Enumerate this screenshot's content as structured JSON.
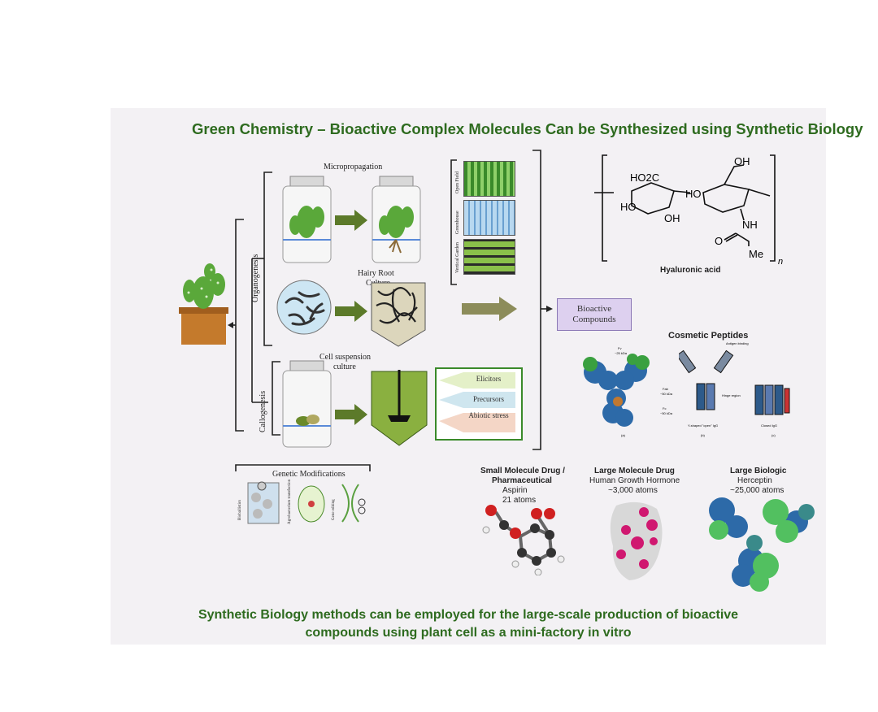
{
  "title": "Green Chemistry – Bioactive Complex Molecules Can be Synthesized using Synthetic Biology",
  "footer": {
    "line1": "Synthetic Biology methods can be employed for the large-scale production of bioactive",
    "line2": "compounds using plant cell as a mini-factory in vitro"
  },
  "flow": {
    "micropropagation": "Micropropagation",
    "hairy_root_1": "Hairy Root",
    "hairy_root_2": "Culture",
    "cell_suspension_1": "Cell suspension",
    "cell_suspension_2": "culture",
    "organogenesis": "Organogenesis",
    "callogenesis": "Callogenesis",
    "genetic_modifications": "Genetic Modifications",
    "bioactive_1": "Bioactive",
    "bioactive_2": "Compounds",
    "env": [
      "Open Field",
      "Greenhouse",
      "Vertical Garden"
    ],
    "elicitors": [
      "Elicitors",
      "Precursors",
      "Abiotic stress"
    ],
    "gm_tools": [
      "Bioballistics",
      "Agrobacterium transfection",
      "Gene editing"
    ]
  },
  "molecules": {
    "hyaluronic": "Hyaluronic acid",
    "hyaluronic_groups": [
      "OH",
      "HO2C",
      "HO",
      "HO",
      "OH",
      "NH",
      "O",
      "Me",
      "n"
    ],
    "cosmetic": "Cosmetic Peptides",
    "antibody_labels": [
      "Fv",
      "~25 kDa",
      "Fab",
      "~50 kDa",
      "Fc",
      "~50 kDa",
      "Antigen binding",
      "Hinge region",
      "Y-shaped \"open\" IgG",
      "Closed IgG",
      "(a)",
      "(b)",
      "(c)"
    ],
    "small": {
      "name1": "Small Molecule Drug /",
      "name2": "Pharmaceutical",
      "example": "Aspirin",
      "atoms": "21 atoms"
    },
    "large": {
      "name": "Large Molecule Drug",
      "example": "Human Growth Hormone",
      "atoms": "~3,000 atoms"
    },
    "biologic": {
      "name": "Large Biologic",
      "example": "Herceptin",
      "atoms": "~25,000 atoms"
    }
  },
  "colors": {
    "accent_green": "#2e6b1f",
    "arrow_green": "#5c7a2a",
    "bioactive_bg": "#ddd0ef",
    "dna_blue": "#2020c8"
  }
}
